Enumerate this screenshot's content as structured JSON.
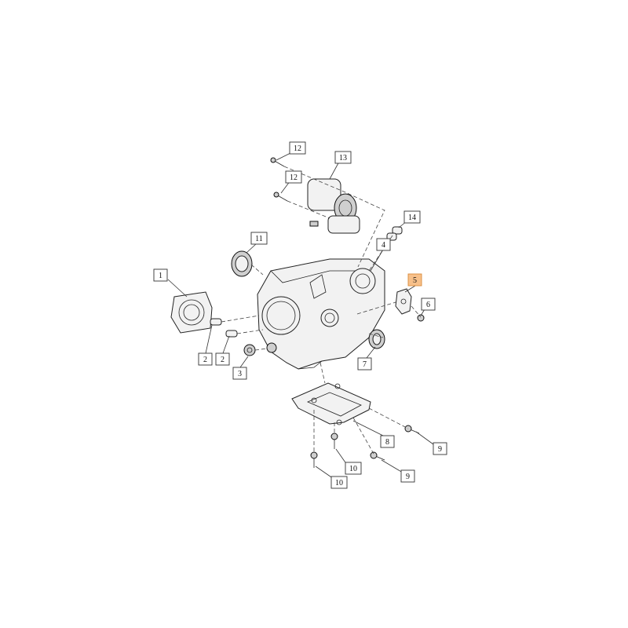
{
  "callouts": [
    {
      "id": "c1",
      "label": "1",
      "highlight": false
    },
    {
      "id": "c2a",
      "label": "2",
      "highlight": false
    },
    {
      "id": "c2b",
      "label": "2",
      "highlight": false
    },
    {
      "id": "c3",
      "label": "3",
      "highlight": false
    },
    {
      "id": "c4",
      "label": "4",
      "highlight": false
    },
    {
      "id": "c5",
      "label": "5",
      "highlight": true
    },
    {
      "id": "c6",
      "label": "6",
      "highlight": false
    },
    {
      "id": "c7",
      "label": "7",
      "highlight": false
    },
    {
      "id": "c8",
      "label": "8",
      "highlight": false
    },
    {
      "id": "c9a",
      "label": "9",
      "highlight": false
    },
    {
      "id": "c9b",
      "label": "9",
      "highlight": false
    },
    {
      "id": "c10a",
      "label": "10",
      "highlight": false
    },
    {
      "id": "c10b",
      "label": "10",
      "highlight": false
    },
    {
      "id": "c11",
      "label": "11",
      "highlight": false
    },
    {
      "id": "c12a",
      "label": "12",
      "highlight": false
    },
    {
      "id": "c12b",
      "label": "12",
      "highlight": false
    },
    {
      "id": "c13",
      "label": "13",
      "highlight": false
    },
    {
      "id": "c14",
      "label": "14",
      "highlight": false
    }
  ],
  "colors": {
    "highlight": "#f7c08a",
    "line": "#333333"
  }
}
